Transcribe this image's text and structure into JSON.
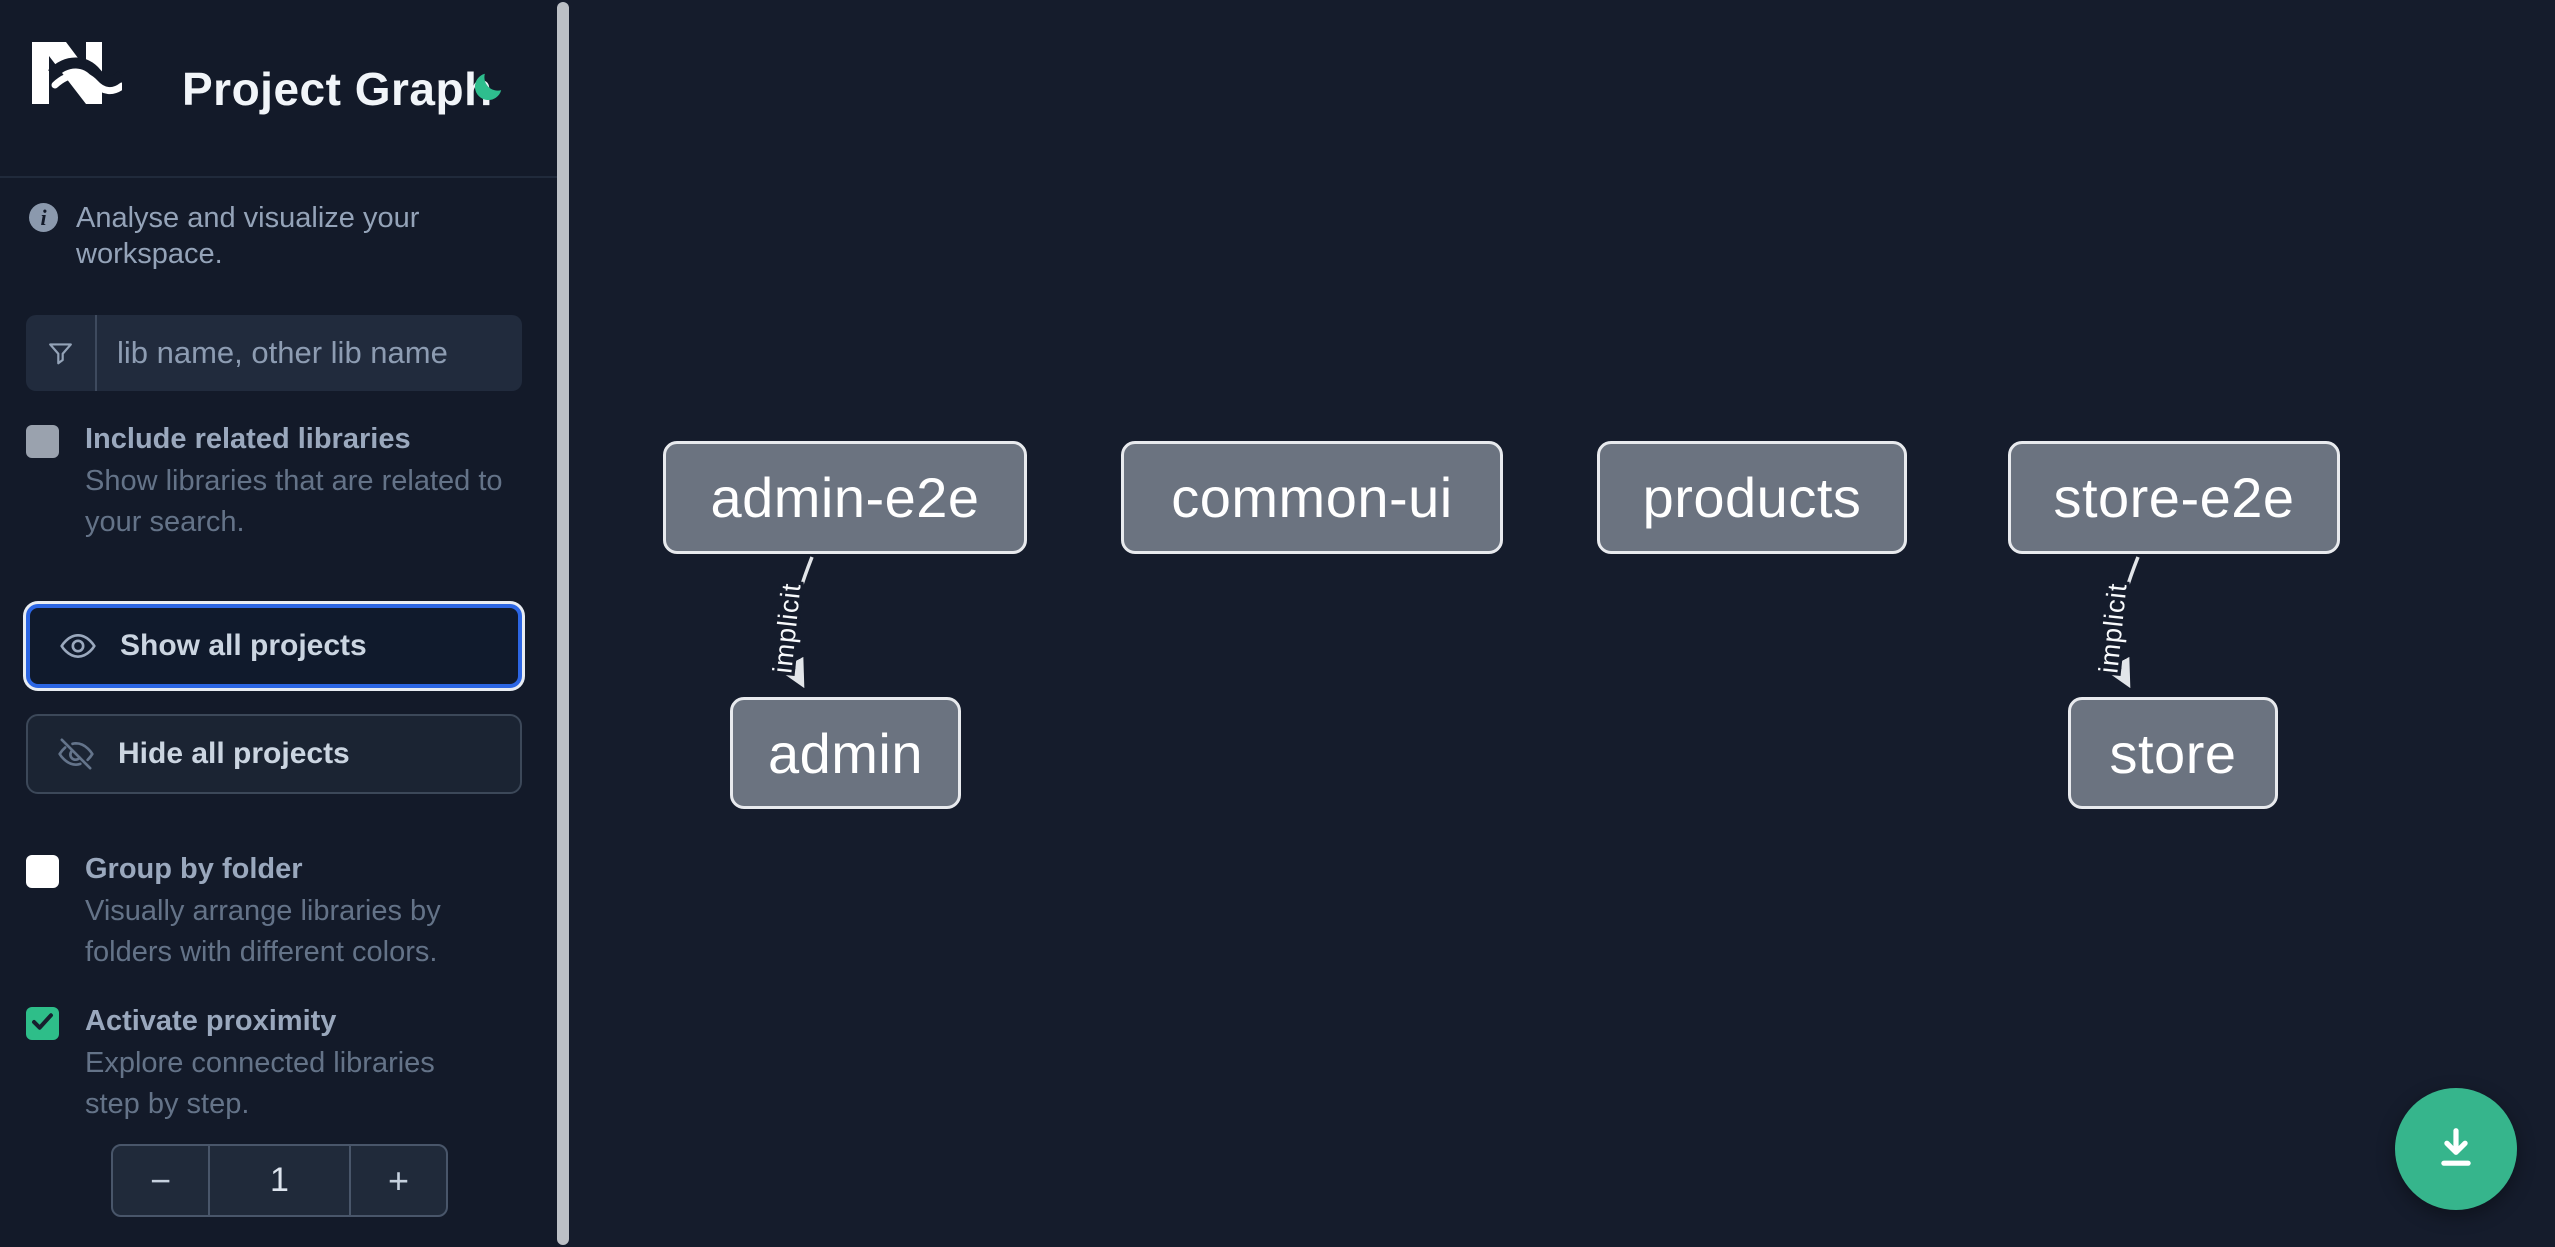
{
  "app": {
    "title": "Project Graph"
  },
  "sidebar": {
    "tagline": "Analyse and visualize your workspace.",
    "search": {
      "placeholder": "lib name, other lib name"
    },
    "checkboxes": {
      "include_related": {
        "label": "Include related libraries",
        "description": "Show libraries that are related to your search.",
        "checked": false
      },
      "group_by_folder": {
        "label": "Group by folder",
        "description": "Visually arrange libraries by folders with different colors.",
        "checked": false
      },
      "activate_proximity": {
        "label": "Activate proximity",
        "description": "Explore connected libraries step by step.",
        "checked": true
      }
    },
    "buttons": {
      "show_all": "Show all projects",
      "hide_all": "Hide all projects"
    },
    "stepper": {
      "decrement": "−",
      "value": "1",
      "increment": "+"
    }
  },
  "graph": {
    "nodes": [
      {
        "id": "admin-e2e",
        "label": "admin-e2e"
      },
      {
        "id": "common-ui",
        "label": "common-ui"
      },
      {
        "id": "products",
        "label": "products"
      },
      {
        "id": "store-e2e",
        "label": "store-e2e"
      },
      {
        "id": "admin",
        "label": "admin"
      },
      {
        "id": "store",
        "label": "store"
      }
    ],
    "edges": [
      {
        "source": "admin-e2e",
        "target": "admin",
        "label": "implicit"
      },
      {
        "source": "store-e2e",
        "target": "store",
        "label": "implicit"
      }
    ]
  },
  "colors": {
    "accent_green": "#36b58c",
    "focus_blue": "#2c66e4",
    "node_fill": "#6b7380",
    "node_border": "#e8eaee",
    "sidebar_bg": "#131a29",
    "canvas_bg": "#151c2c"
  }
}
